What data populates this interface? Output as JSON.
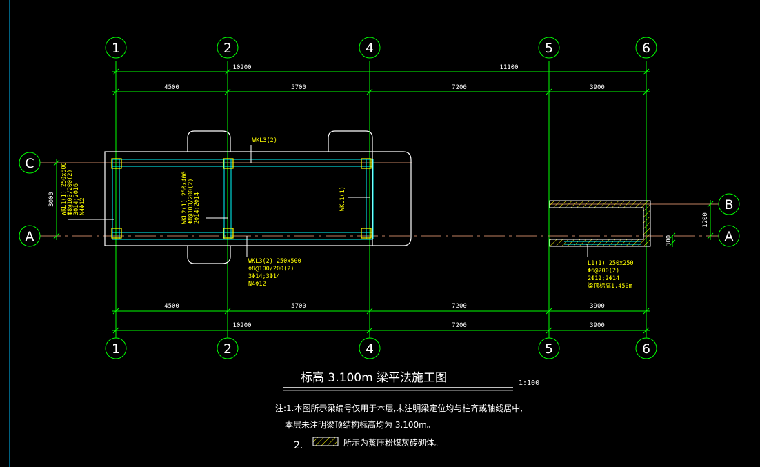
{
  "axes_top": [
    "1",
    "2",
    "4",
    "5",
    "6"
  ],
  "axes_bottom": [
    "1",
    "2",
    "4",
    "5",
    "6"
  ],
  "axes_left": [
    "C",
    "A"
  ],
  "axes_right": [
    "B",
    "A"
  ],
  "dims": {
    "top_total_left": "10200",
    "top_total_right": "11100",
    "top_spans": [
      "4500",
      "5700",
      "7200",
      "3900"
    ],
    "bottom_spans": [
      "4500",
      "5700",
      "7200",
      "3900"
    ],
    "bottom_totals": [
      "10200",
      "7200",
      "3900"
    ],
    "left_span": "3000",
    "right_span": "1200",
    "right_small": "300"
  },
  "beams": {
    "wkl3_top": "WKL3(2)",
    "wkl1_left": [
      "WKL1(1) 250x500",
      "Φ8@100/200(2)",
      "3Φ14;2Φ16",
      "N4Φ12"
    ],
    "wkl2_mid": [
      "WKL2(1) 250x400",
      "Φ8@100/200(2)",
      "2Φ14;2Φ14"
    ],
    "wkl1_right": "WKL1(1)",
    "wkl3_bottom": [
      "WKL3(2) 250x500",
      "Φ8@100/200(2)",
      "3Φ14;3Φ14",
      "N4Φ12"
    ],
    "l1_right": [
      "L1(1) 250x250",
      "Φ6@200(2)",
      "2Φ12;2Φ14",
      "梁顶标高1.450m"
    ]
  },
  "title": "标高 3.100m 梁平法施工图",
  "scale": "1:100",
  "notes": {
    "n1_line1": "注:1.本图所示梁编号仅用于本层,未注明梁定位均与柱齐或轴线居中,",
    "n1_line2": "本层未注明梁顶结构标高均为 3.100m。",
    "n2_num": "2.",
    "n2_text": "所示为蒸压粉煤灰砖砌体。"
  },
  "colors": {
    "axis": "#00ff00",
    "wall": "#ffffff",
    "beam": "#00ffff",
    "text": "#ffff00",
    "column": "#ffff00",
    "ref": "#c08060"
  }
}
